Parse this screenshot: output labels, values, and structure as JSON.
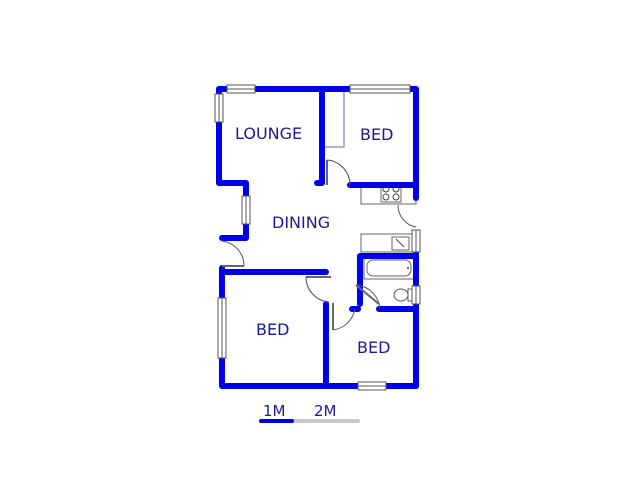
{
  "floorplan": {
    "rooms": [
      {
        "id": "lounge",
        "label": "LOUNGE"
      },
      {
        "id": "bed-top",
        "label": "BED"
      },
      {
        "id": "dining",
        "label": "DINING"
      },
      {
        "id": "bed-bottom-left",
        "label": "BED"
      },
      {
        "id": "bed-bottom-right",
        "label": "BED"
      }
    ],
    "fixtures": [
      "stove",
      "kitchen-sink",
      "bathtub",
      "toilet",
      "built-in-cupboard"
    ],
    "colors": {
      "wall": "#0000ee",
      "label": "#1a1a99",
      "scale_filled": "#0000ee",
      "scale_empty": "#c8c8c8"
    }
  },
  "scale": {
    "labels": [
      "1M",
      "2M"
    ]
  }
}
